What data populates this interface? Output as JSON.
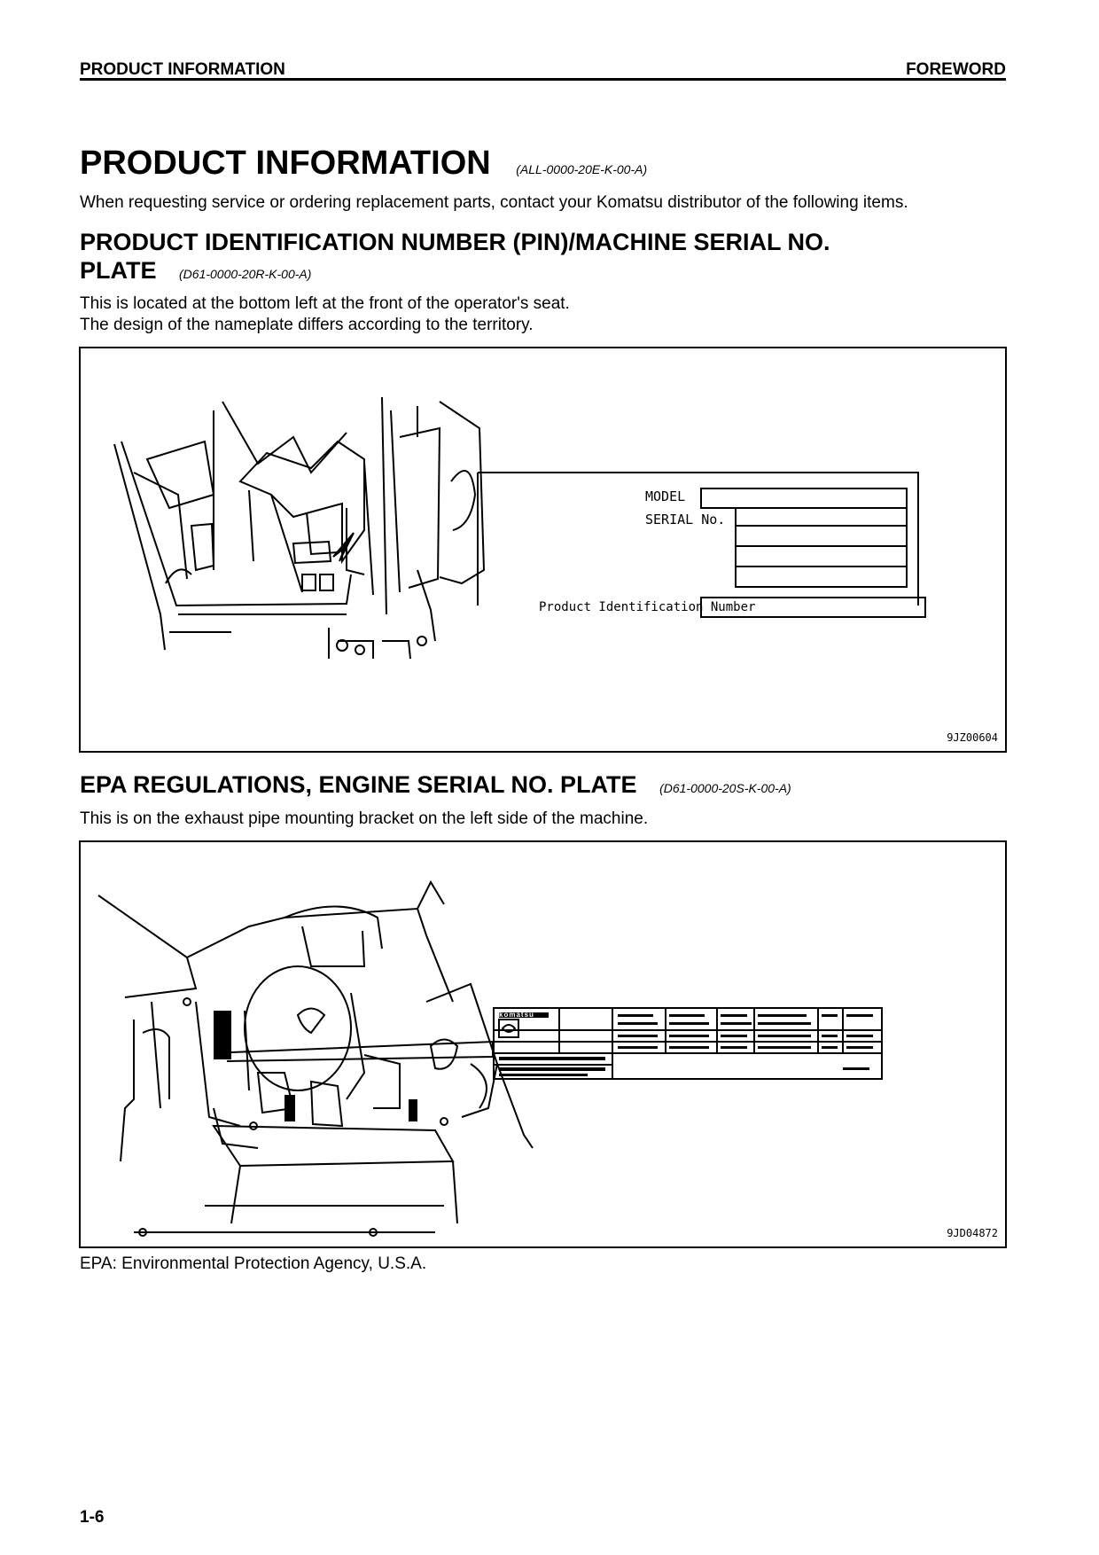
{
  "header": {
    "left": "PRODUCT INFORMATION",
    "right": "FOREWORD"
  },
  "section_main": {
    "title": "PRODUCT INFORMATION",
    "code": "(ALL-0000-20E-K-00-A)",
    "intro": "When requesting service or ordering replacement parts, contact your Komatsu distributor of the following items."
  },
  "section_pin": {
    "title_line1": "PRODUCT IDENTIFICATION NUMBER (PIN)/MACHINE SERIAL NO.",
    "title_line2": "PLATE",
    "code": "(D61-0000-20R-K-00-A)",
    "text_line1": "This is located at the bottom left at the front of the operator's seat.",
    "text_line2": "The design of the nameplate differs according to the territory.",
    "figure": {
      "plate_model": "MODEL",
      "plate_serial": "SERIAL No.",
      "plate_pin": "Product Identification Number",
      "figure_id": "9JZ00604"
    }
  },
  "section_epa": {
    "title": "EPA REGULATIONS, ENGINE SERIAL NO. PLATE",
    "code": "(D61-0000-20S-K-00-A)",
    "text": "This is on the exhaust pipe mounting bracket on the left side of the machine.",
    "figure": {
      "brand": "komatsu",
      "figure_id": "9JD04872"
    },
    "footnote": "EPA: Environmental Protection Agency, U.S.A."
  },
  "page_number": "1-6"
}
